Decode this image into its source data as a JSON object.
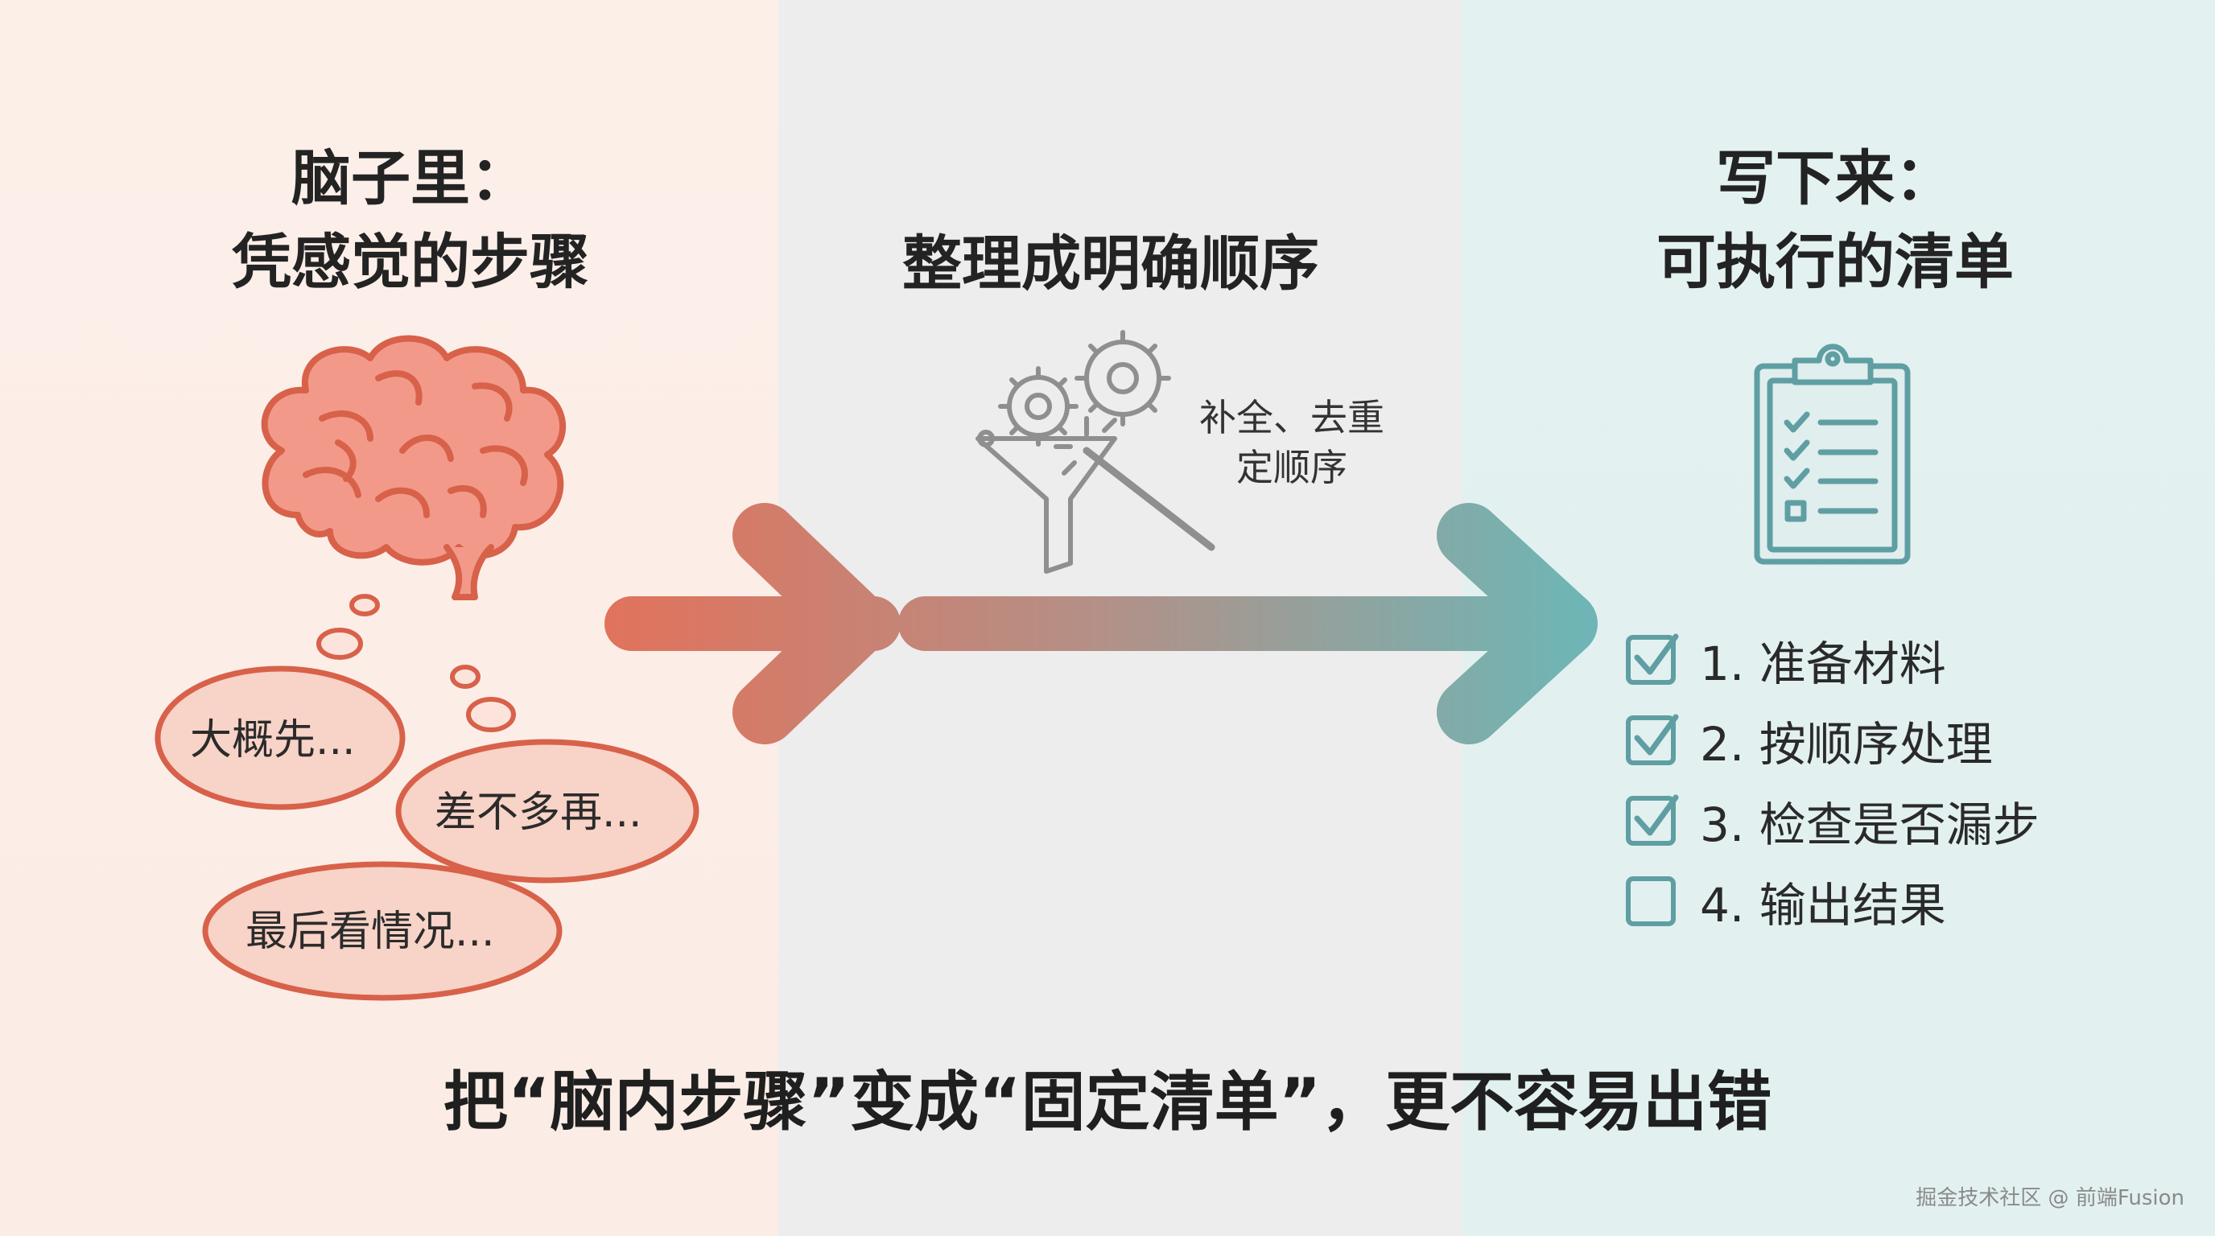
{
  "left": {
    "heading_line1": "脑子里：",
    "heading_line2": "凭感觉的步骤",
    "bubbles": [
      "大概先...",
      "差不多再...",
      "最后看情况..."
    ],
    "icon": "brain-icon",
    "color": "#e2725b"
  },
  "middle": {
    "heading": "整理成明确顺序",
    "caption_line1": "补全、去重",
    "caption_line2": "定顺序",
    "icon": "gears-funnel-wand-icon"
  },
  "right": {
    "heading_line1": "写下来：",
    "heading_line2": "可执行的清单",
    "icon": "clipboard-checklist-icon",
    "color": "#5f9fa3",
    "items": [
      {
        "label": "1. 准备材料",
        "checked": true
      },
      {
        "label": "2. 按顺序处理",
        "checked": true
      },
      {
        "label": "3. 检查是否漏步",
        "checked": true
      },
      {
        "label": "4. 输出结果",
        "checked": false
      }
    ]
  },
  "footer": "把“脑内步骤”变成“固定清单”，更不容易出错",
  "watermark": "掘金技术社区 @ 前端Fusion"
}
